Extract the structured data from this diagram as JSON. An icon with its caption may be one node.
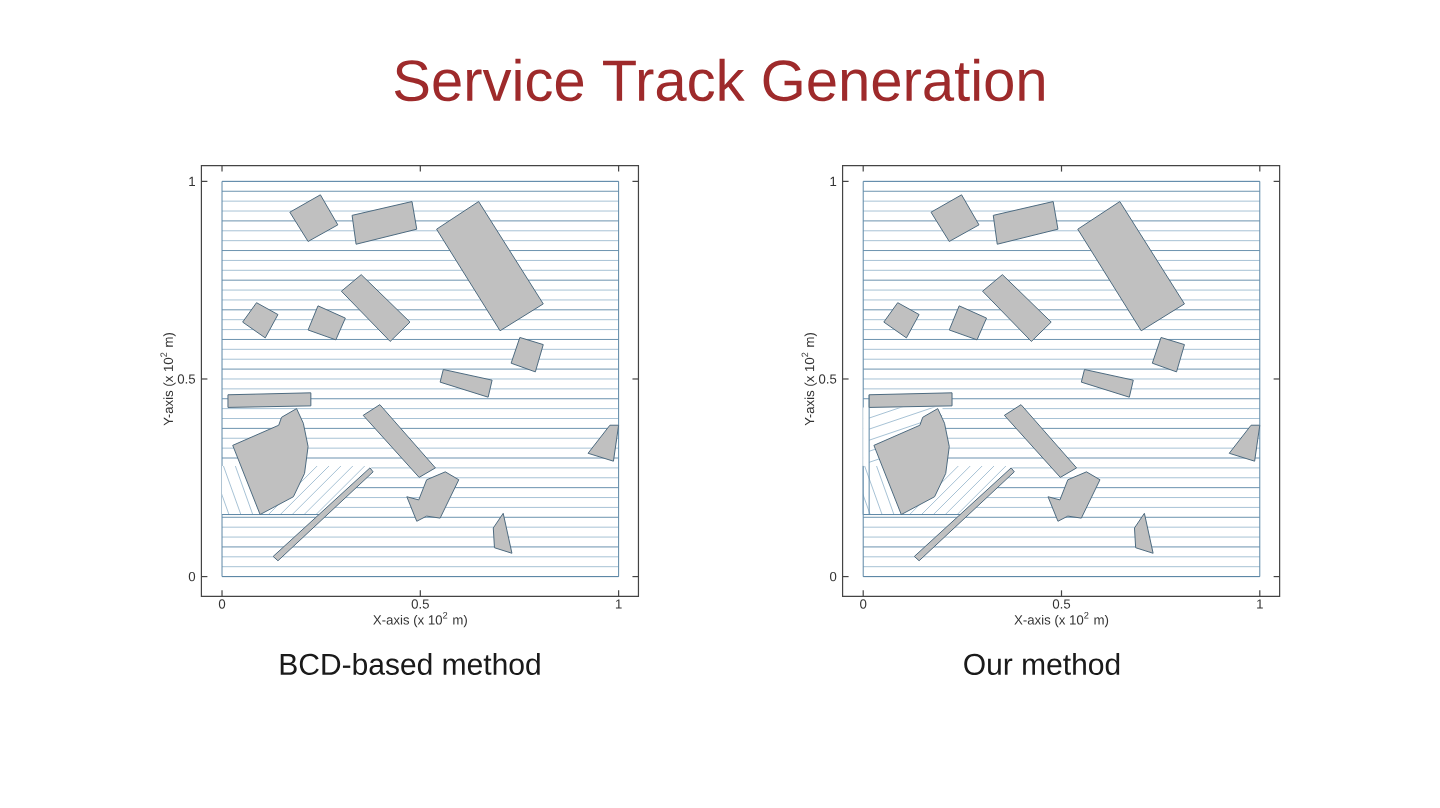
{
  "diagram": {
    "title": "Service Track Generation",
    "labels": [
      "1",
      "0.5",
      "0",
      "Y-axis (x 10$^{2}$ m)",
      "0",
      "0.5",
      "1",
      "X-axis (x 10$^{2}$ m)",
      "1",
      "0.5",
      "0",
      "Y-axis (x 10$^{2}$ m)",
      "0",
      "0.5",
      "1",
      "X-axis (x 10$^{2}$ m)",
      "BCD-based method",
      "Our method"
    ]
  }
}
